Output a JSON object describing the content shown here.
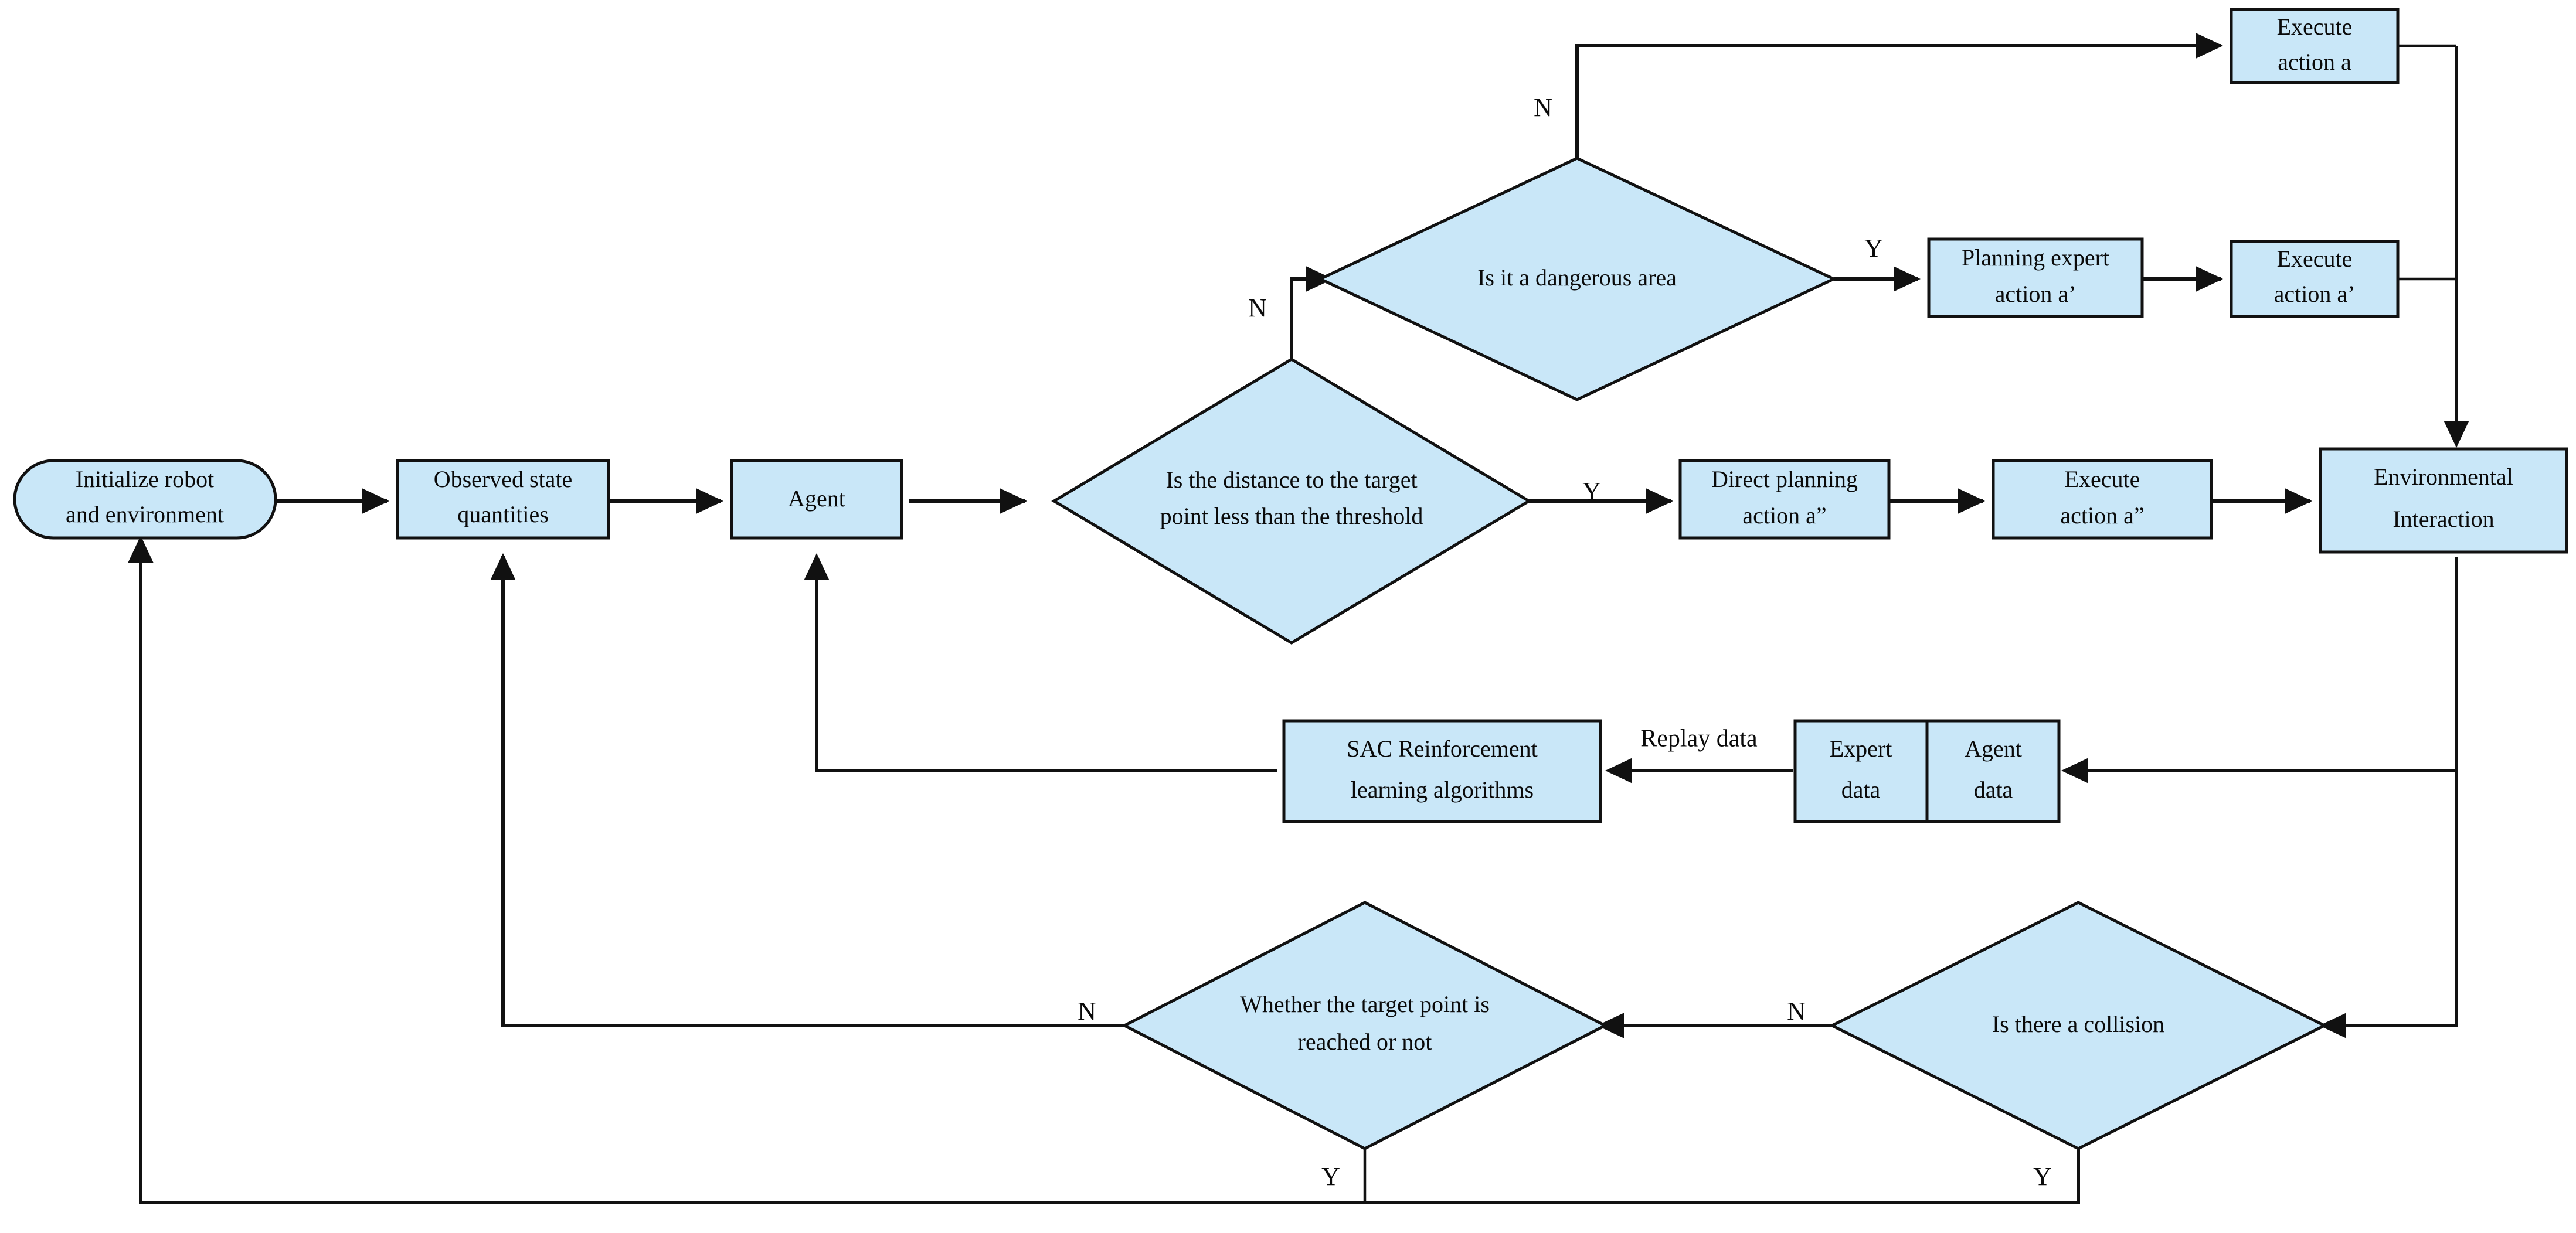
{
  "diagram": {
    "title": "Robot navigation reinforcement learning flowchart",
    "fill_color": "#c9e7f8",
    "stroke_color": "#111111",
    "background": "#ffffff"
  },
  "nodes": {
    "initialize": {
      "line1": "Initialize robot",
      "line2": "and environment"
    },
    "observed_state": {
      "line1": "Observed state",
      "line2": "quantities"
    },
    "agent": {
      "line1": "Agent"
    },
    "distance_decision": {
      "line1": "Is the distance to the target",
      "line2": "point less than the threshold"
    },
    "danger_decision": {
      "line1": "Is it a dangerous area"
    },
    "execute_a": {
      "line1": "Execute",
      "line2": "action a"
    },
    "planning_expert": {
      "line1": "Planning expert",
      "line2": "action a’"
    },
    "execute_a_prime": {
      "line1": "Execute",
      "line2": "action a’"
    },
    "direct_planning": {
      "line1": "Direct planning",
      "line2": "action a”"
    },
    "execute_a_double": {
      "line1": "Execute",
      "line2": "action a”"
    },
    "environmental_interaction": {
      "line1": "Environmental",
      "line2": "Interaction"
    },
    "sac": {
      "line1": "SAC Reinforcement",
      "line2": "learning algorithms"
    },
    "expert_data": {
      "line1": "Expert",
      "line2": "data"
    },
    "agent_data": {
      "line1": "Agent",
      "line2": "data"
    },
    "target_reached_decision": {
      "line1": "Whether the target point is",
      "line2": "reached or not"
    },
    "collision_decision": {
      "line1": "Is there a collision"
    }
  },
  "edge_labels": {
    "replay_data": "Replay data",
    "danger_no": "N",
    "danger_yes": "Y",
    "distance_no": "N",
    "distance_yes": "Y",
    "target_no": "N",
    "target_yes": "Y",
    "collision_no": "N",
    "collision_yes": "Y"
  }
}
